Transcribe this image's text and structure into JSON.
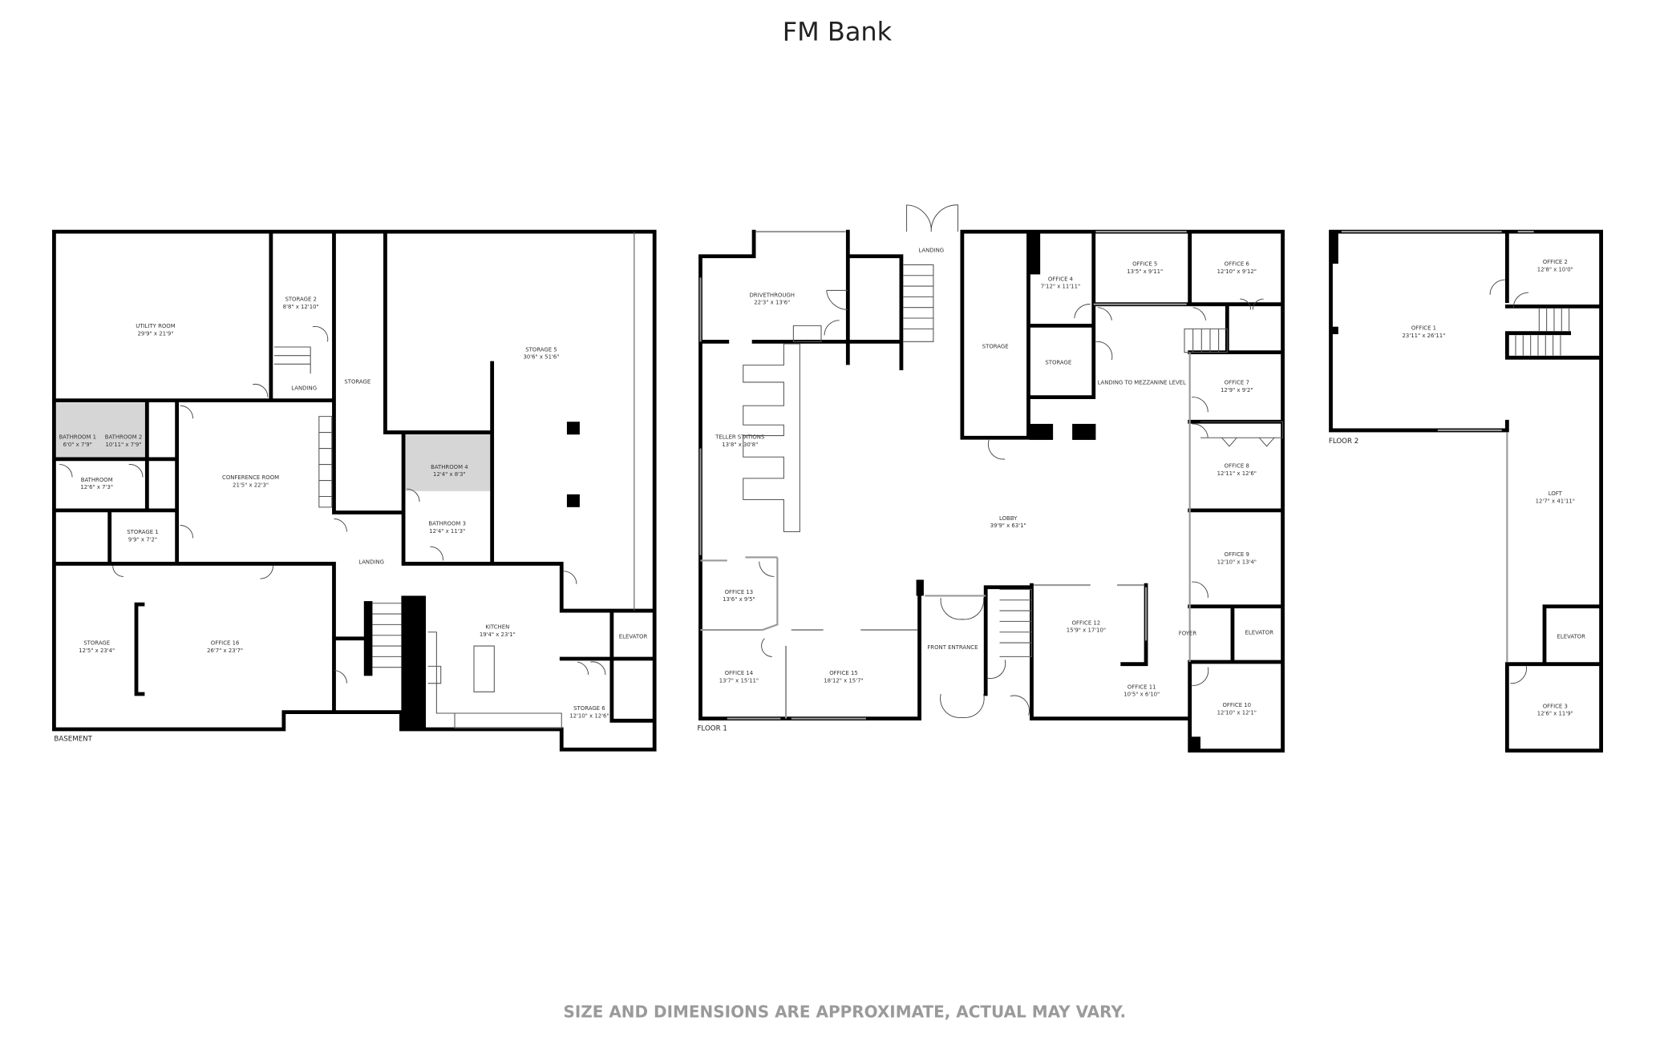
{
  "title": "FM Bank",
  "footer": "SIZE AND DIMENSIONS ARE APPROXIMATE, ACTUAL MAY VARY.",
  "basement": {
    "label": "BASEMENT",
    "rooms": {
      "utility_room": {
        "name": "UTILITY ROOM",
        "dims": "29'9\" x 21'9\""
      },
      "storage_2": {
        "name": "STORAGE 2",
        "dims": "8'8\" x 12'10\""
      },
      "landing_1": {
        "name": "LANDING"
      },
      "storage_hall": {
        "name": "STORAGE"
      },
      "storage_5": {
        "name": "STORAGE 5",
        "dims": "30'6\" x 51'6\""
      },
      "bathroom_1": {
        "name": "BATHROOM 1",
        "dims": "6'0\" x 7'9\""
      },
      "bathroom_2": {
        "name": "BATHROOM 2",
        "dims": "10'11\" x 7'9\""
      },
      "bathroom": {
        "name": "BATHROOM",
        "dims": "12'6\" x 7'3\""
      },
      "conference_room": {
        "name": "CONFERENCE ROOM",
        "dims": "21'5\" x 22'3\""
      },
      "bathroom_4": {
        "name": "BATHROOM 4",
        "dims": "12'4\" x 8'3\""
      },
      "bathroom_3": {
        "name": "BATHROOM 3",
        "dims": "12'4\" x 11'3\""
      },
      "storage_1": {
        "name": "STORAGE 1",
        "dims": "9'9\" x 7'2\""
      },
      "landing_2": {
        "name": "LANDING"
      },
      "storage": {
        "name": "STORAGE",
        "dims": "12'5\" x 23'4\""
      },
      "office_16": {
        "name": "OFFICE 16",
        "dims": "26'7\" x 23'7\""
      },
      "kitchen": {
        "name": "KITCHEN",
        "dims": "19'4\" x 23'1\""
      },
      "elevator": {
        "name": "ELEVATOR"
      },
      "storage_6": {
        "name": "STORAGE 6",
        "dims": "12'10\" x 12'6\""
      }
    }
  },
  "floor1": {
    "label": "FLOOR 1",
    "rooms": {
      "landing": {
        "name": "LANDING"
      },
      "drivethrough": {
        "name": "DRIVETHROUGH",
        "dims": "22'3\" x 13'6\""
      },
      "storage_a": {
        "name": "STORAGE"
      },
      "office_4": {
        "name": "OFFICE 4",
        "dims": "7'12\" x 11'11\""
      },
      "office_5": {
        "name": "OFFICE 5",
        "dims": "13'5\" x 9'11\""
      },
      "office_6": {
        "name": "OFFICE 6",
        "dims": "12'10\" x 9'12\""
      },
      "storage_b": {
        "name": "STORAGE"
      },
      "landing_mezzanine": {
        "name": "LANDING TO MEZZANINE LEVEL"
      },
      "office_7": {
        "name": "OFFICE 7",
        "dims": "12'9\" x 9'2\""
      },
      "teller_stations": {
        "name": "TELLER STATIONS",
        "dims": "13'8\" x 30'8\""
      },
      "office_8": {
        "name": "OFFICE 8",
        "dims": "12'11\" x 12'6\""
      },
      "lobby": {
        "name": "LOBBY",
        "dims": "39'9\" x 63'1\""
      },
      "office_9": {
        "name": "OFFICE 9",
        "dims": "12'10\" x 13'4\""
      },
      "office_13": {
        "name": "OFFICE 13",
        "dims": "13'6\" x 9'5\""
      },
      "office_12": {
        "name": "OFFICE 12",
        "dims": "15'9\" x 17'10\""
      },
      "foyer": {
        "name": "FOYER"
      },
      "elevator": {
        "name": "ELEVATOR"
      },
      "front_entrance": {
        "name": "FRONT ENTRANCE"
      },
      "office_14": {
        "name": "OFFICE 14",
        "dims": "13'7\" x 15'11\""
      },
      "office_15": {
        "name": "OFFICE 15",
        "dims": "18'12\" x 15'7\""
      },
      "office_11": {
        "name": "OFFICE 11",
        "dims": "10'5\" x 6'10\""
      },
      "office_10": {
        "name": "OFFICE 10",
        "dims": "12'10\" x 12'1\""
      }
    }
  },
  "floor2": {
    "label": "FLOOR 2",
    "rooms": {
      "office_1": {
        "name": "OFFICE 1",
        "dims": "23'11\" x 26'11\""
      },
      "office_2": {
        "name": "OFFICE 2",
        "dims": "12'8\" x 10'0\""
      },
      "loft": {
        "name": "LOFT",
        "dims": "12'7\" x 41'11\""
      },
      "elevator": {
        "name": "ELEVATOR"
      },
      "office_3": {
        "name": "OFFICE 3",
        "dims": "12'6\" x 11'9\""
      }
    }
  }
}
